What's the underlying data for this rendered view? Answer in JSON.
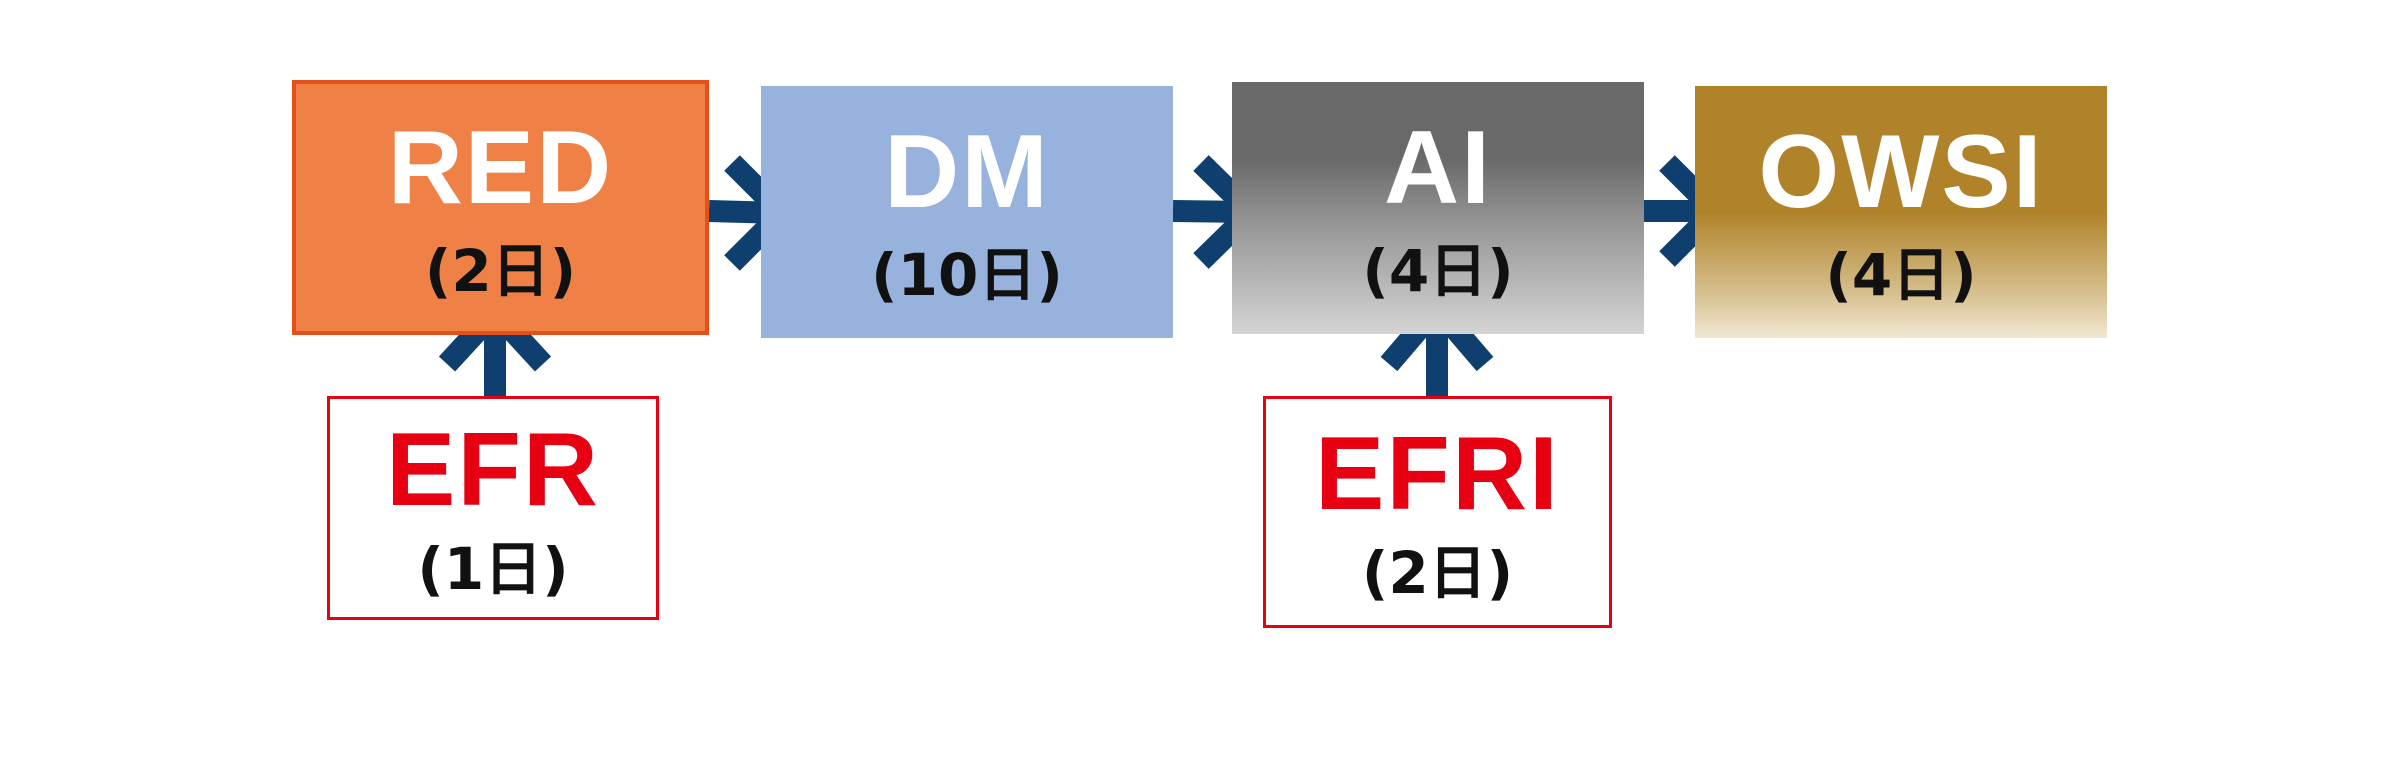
{
  "diagram": {
    "colors": {
      "arrow": "#0e3f6e",
      "red_box": "#ef8147",
      "red_box_border": "#e5501a",
      "dm_box": "#97b2dc",
      "ai_box": "#696969",
      "owsi_box": "#b0822a",
      "ef_text": "#e60012",
      "ef_border": "#e60012"
    },
    "steps": [
      {
        "title": "RED",
        "duration": "(2日)"
      },
      {
        "title": "DM",
        "duration": "(10日)"
      },
      {
        "title": "AI",
        "duration": "(4日)"
      },
      {
        "title": "OWSI",
        "duration": "(4日)"
      }
    ],
    "side_steps": [
      {
        "title": "EFR",
        "duration": "(1日)",
        "feeds_into": "RED"
      },
      {
        "title": "EFRI",
        "duration": "(2日)",
        "feeds_into": "AI"
      }
    ]
  }
}
